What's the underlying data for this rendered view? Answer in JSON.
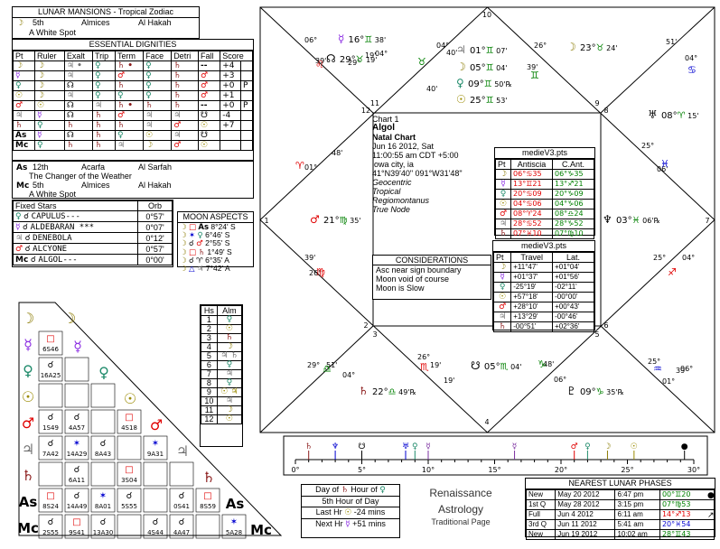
{
  "colors": {
    "moon": "#8a7a00",
    "mercury": "#8a2be2",
    "venus": "#1e8a6a",
    "sun": "#9a8a00",
    "mars": "#e00000",
    "jupiter": "#707070",
    "saturn": "#8b1a1a",
    "blue": "#0000d0",
    "green": "#008000",
    "purple": "#7b2fa0"
  },
  "mansions": {
    "title": "LUNAR MANSIONS - Tropical Zodiac",
    "rows": [
      {
        "glyph": "☽",
        "n": "5th",
        "a": "Almices",
        "b": "Al Hakah",
        "name": "A White Spot"
      },
      {
        "glyph": "As",
        "n": "12th",
        "a": "Acarfa",
        "b": "Al Sarfah",
        "name": "The Changer of the Weather"
      },
      {
        "glyph": "Mc",
        "n": "5th",
        "a": "Almices",
        "b": "Al Hakah",
        "name": "A White Spot"
      }
    ]
  },
  "dignities": {
    "title": "ESSENTIAL DIGNITIES",
    "headers": [
      "Pt",
      "Ruler",
      "Exalt",
      "Trip",
      "Term",
      "Face",
      "Detri",
      "Fall",
      "Score"
    ],
    "rows": [
      [
        "☽",
        "☽",
        "♃ •",
        "♀",
        "♄ •",
        "♀",
        "♄",
        "--",
        "+4",
        ""
      ],
      [
        "☿",
        "☽",
        "♃",
        "♀",
        "♂",
        "♀",
        "♄",
        "♂",
        "+3",
        ""
      ],
      [
        "♀",
        "☽",
        "☊",
        "♀",
        "♄",
        "♀",
        "♄",
        "♂",
        "+0",
        "P"
      ],
      [
        "☉",
        "☽",
        "♃",
        "♀",
        "♀",
        "♀",
        "♄",
        "♂",
        "+1",
        ""
      ],
      [
        "♂",
        "☉",
        "☊",
        "♃",
        "♄ •",
        "♄",
        "♄",
        "--",
        "+0",
        "P"
      ],
      [
        "♃",
        "☿",
        "☊",
        "♄",
        "♂",
        "♃",
        "♃",
        "☋",
        "-4",
        ""
      ],
      [
        "♄",
        "♀",
        "♄",
        "♄",
        "♄",
        "♃",
        "♂",
        "☉",
        "+7",
        ""
      ],
      [
        "As",
        "☿",
        "☊",
        "♄",
        "♀",
        "☉",
        "♃",
        "☋",
        "",
        ""
      ],
      [
        "Mc",
        "♀",
        "♄",
        "♄",
        "♃",
        "☽",
        "♂",
        "☉",
        "",
        ""
      ]
    ]
  },
  "fixed_stars": {
    "headers": [
      "Fixed Stars",
      "Orb"
    ],
    "rows": [
      {
        "p": "♀",
        "a": "☌",
        "name": "CAPULUS---",
        "orb": "0°57'"
      },
      {
        "p": "☿",
        "a": "☌",
        "name": "ALDEBARAN ***",
        "orb": "0°07'"
      },
      {
        "p": "♃",
        "a": "☌",
        "name": "DENEBOLA",
        "orb": "0°12'"
      },
      {
        "p": "♂",
        "a": "☌",
        "name": "ALCYONE",
        "orb": "0°57'"
      },
      {
        "p": "Mc",
        "a": "☌",
        "name": "ALGOL---",
        "orb": "0°00'"
      }
    ]
  },
  "moon_aspects": {
    "title": "MOON ASPECTS",
    "rows": [
      {
        "a": "☽",
        "asp": "□",
        "b": "As",
        "val": "8°24'",
        "s": "S"
      },
      {
        "a": "☽",
        "asp": "✶",
        "b": "♀",
        "val": "6°46'",
        "s": "S"
      },
      {
        "a": "☽",
        "asp": "☌",
        "b": "♂",
        "val": "2°55'",
        "s": "S"
      },
      {
        "a": "☽",
        "asp": "□",
        "b": "♄",
        "val": "1°49'",
        "s": "S"
      },
      {
        "a": "☽",
        "asp": "☌",
        "b": "♈",
        "val": "6°35'",
        "s": "A"
      },
      {
        "a": "☽",
        "asp": "△",
        "b": "♃",
        "val": "7°42'",
        "s": "A"
      }
    ]
  },
  "houses": {
    "headers": [
      "Hs",
      "Alm"
    ],
    "rows": [
      [
        "1",
        "♀"
      ],
      [
        "2",
        "☉"
      ],
      [
        "3",
        "♄"
      ],
      [
        "4",
        "☽"
      ],
      [
        "5",
        "♃ ♄"
      ],
      [
        "6",
        "♀"
      ],
      [
        "7",
        "♃"
      ],
      [
        "8",
        "♀"
      ],
      [
        "9",
        "☉ ♃"
      ],
      [
        "10",
        "♃"
      ],
      [
        "11",
        "☽"
      ],
      [
        "12",
        "☉"
      ]
    ]
  },
  "grid_labels": [
    [
      "6S46"
    ],
    [
      "16A25",
      ""
    ],
    [
      "",
      "",
      ""
    ],
    [
      "1S49",
      "4A57",
      "",
      "4S18"
    ],
    [
      "7A42",
      "14A29",
      "8A43",
      "",
      "9A31"
    ],
    [
      "",
      "6A11",
      "",
      "3S04",
      "",
      ""
    ],
    [
      "8S24",
      "14A49",
      "8A01",
      "5S55",
      "",
      "0S41",
      "8S59"
    ],
    [
      "2S55",
      "9S41",
      "13A30",
      "",
      "4S44",
      "4A47",
      "",
      "5A28"
    ]
  ],
  "chart": {
    "info": [
      "Chart 1",
      "Algol",
      "Natal Chart",
      "Jun 16 2012, Sat",
      "11:00:55 am  CDT +5:00",
      "iowa city, ia",
      "41°N39'40\" 091°W31'48\"",
      "Geocentric",
      "Tropical",
      "Regiomontanus",
      "True Node"
    ],
    "considerations_title": "CONSIDERATIONS",
    "considerations": [
      "Asc near sign boundary",
      "Moon void of course",
      "Moon is Slow"
    ],
    "house_numbers": [
      "1",
      "2",
      "3",
      "4",
      "5",
      "6",
      "7",
      "8",
      "9",
      "10",
      "11",
      "12"
    ],
    "cusps": [
      "06°",
      "39'",
      "29°",
      "19'",
      "04°",
      "40'",
      "26°",
      "39'",
      "51'",
      "04°",
      "25°",
      "06'",
      "48'",
      "01°",
      "25°",
      "04°",
      "51'",
      "04°",
      "26°",
      "19'",
      "48'",
      "06°",
      "25°",
      "01°",
      "39'",
      "26°",
      "04°",
      "40'",
      "19'",
      "29°",
      "39'",
      "06°"
    ],
    "planets": [
      {
        "g": "☿",
        "deg": "16°",
        "sign": "♊",
        "min": "38'"
      },
      {
        "g": "☊",
        "deg": "29°",
        "sign": "♉",
        "min": "19'"
      },
      {
        "g": "♃",
        "deg": "01°",
        "sign": "♊",
        "min": "07'"
      },
      {
        "g": "☽",
        "deg": "05°",
        "sign": "♊",
        "min": "04'"
      },
      {
        "g": "♀",
        "deg": "09°",
        "sign": "♊",
        "min": "50'℞"
      },
      {
        "g": "☉",
        "deg": "25°",
        "sign": "♊",
        "min": "53'"
      },
      {
        "g": "☽",
        "deg": "23°",
        "sign": "♉",
        "min": "24'"
      },
      {
        "g": "♅",
        "deg": "08°",
        "sign": "♈",
        "min": "15'"
      },
      {
        "g": "♂",
        "deg": "21°",
        "sign": "♍",
        "min": "35'"
      },
      {
        "g": "♆",
        "deg": "03°",
        "sign": "♓",
        "min": "06'℞"
      },
      {
        "g": "☋",
        "deg": "05°",
        "sign": "♏",
        "min": "04'"
      },
      {
        "g": "♄",
        "deg": "22°",
        "sign": "♎",
        "min": "49'℞"
      },
      {
        "g": "♇",
        "deg": "09°",
        "sign": "♑",
        "min": "35'℞"
      }
    ]
  },
  "antiscia": {
    "file": "medieV3.pts",
    "headers": [
      "Pt",
      "Antiscia",
      "C.Ant."
    ],
    "rows": [
      [
        "☽",
        "06°♋35",
        "06°♑35"
      ],
      [
        "☿",
        "13°♊21",
        "13°♐21"
      ],
      [
        "♀",
        "20°♋09",
        "20°♑09"
      ],
      [
        "☉",
        "04°♋06",
        "04°♑06"
      ],
      [
        "♂",
        "08°♈24",
        "08°♎24"
      ],
      [
        "♃",
        "28°♋52",
        "28°♑52"
      ],
      [
        "♄",
        "07°♓10",
        "07°♍10"
      ]
    ]
  },
  "travel": {
    "file": "medieV3.pts",
    "headers": [
      "Pt",
      "Travel",
      "Lat."
    ],
    "rows": [
      [
        "☽",
        "+11°47'",
        "+01°04'"
      ],
      [
        "☿",
        "+01°37'",
        "+01°56'"
      ],
      [
        "♀",
        "-25°19'",
        "-02°11'"
      ],
      [
        "☉",
        "+57°18'",
        "-00°00'"
      ],
      [
        "♂",
        "+28°10'",
        "+00°43'"
      ],
      [
        "♃",
        "+13°29'",
        "-00°46'"
      ],
      [
        "♄",
        "-00°51'",
        "+02°36'"
      ]
    ]
  },
  "scale": {
    "ticks": [
      "0°",
      "5°",
      "10°",
      "15°",
      "20°",
      "25°",
      "30°"
    ]
  },
  "day_hour": {
    "day_label": "Day of",
    "day_ruler": "♄",
    "hour_label": "Hour of",
    "hour_ruler": "♀",
    "row2": "5th Hour of Day",
    "last_label": "Last Hr",
    "last_g": "☉",
    "last_val": "-24 mins",
    "next_label": "Next Hr",
    "next_g": "☿",
    "next_val": "+51 mins"
  },
  "brand": {
    "line1": "Renaissance",
    "line2": "Astrology",
    "line3": "Traditional Page"
  },
  "lunar_phases": {
    "title": "NEAREST LUNAR PHASES",
    "rows": [
      [
        "New",
        "May 20 2012",
        "6:47 pm",
        "00°♊20"
      ],
      [
        "1st Q",
        "May 28 2012",
        "3:15 pm",
        "07°♍53"
      ],
      [
        "Full",
        "Jun 4 2012",
        "6:11 am",
        "14°♐13"
      ],
      [
        "3rd Q",
        "Jun 11 2012",
        "5:41 am",
        "20°♓54"
      ],
      [
        "New",
        "Jun 19 2012",
        "10:02 am",
        "28°♊43"
      ]
    ]
  }
}
